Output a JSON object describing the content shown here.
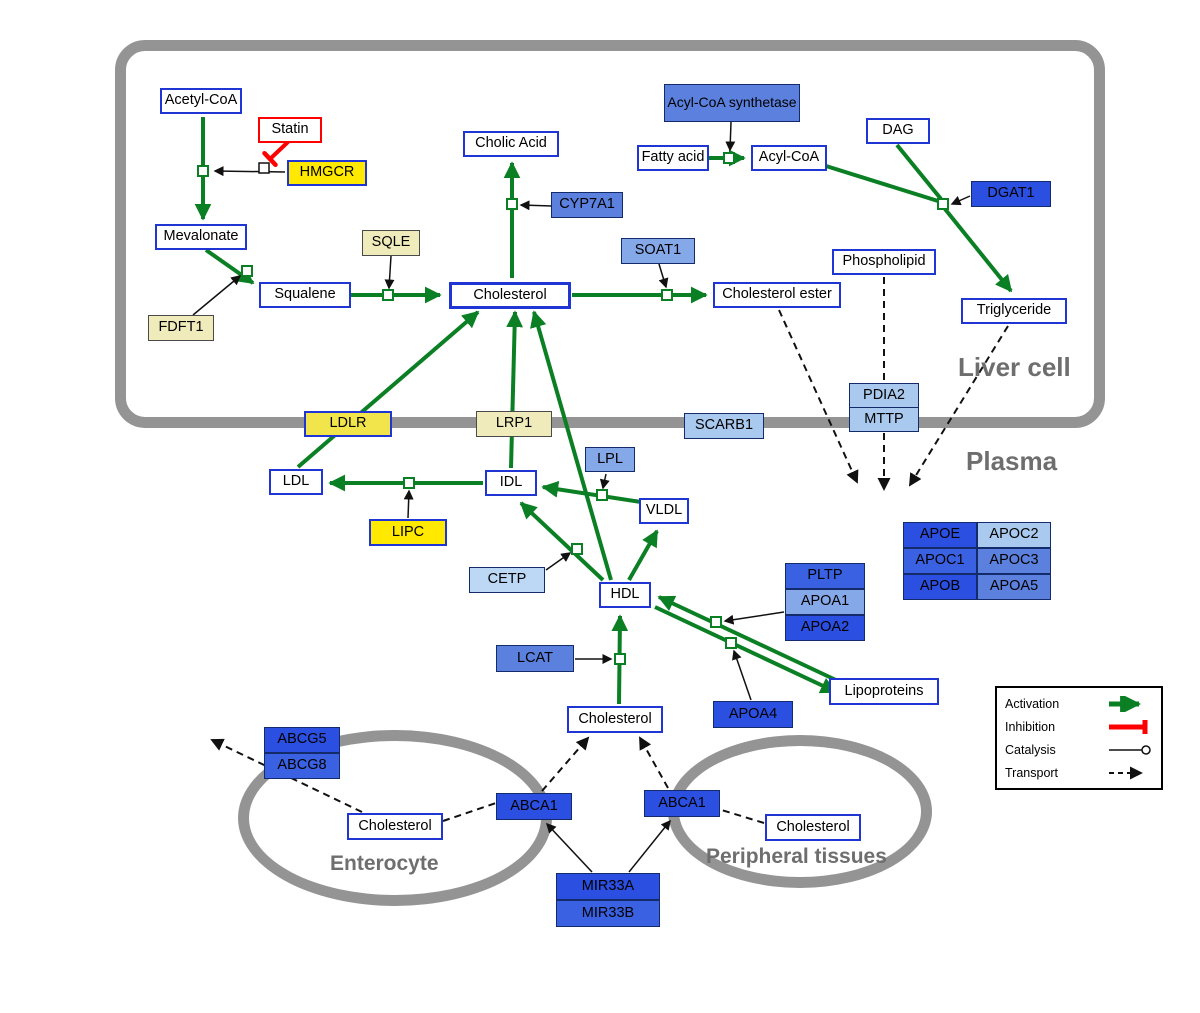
{
  "compartments": {
    "liver_cell": "Liver cell",
    "plasma": "Plasma",
    "enterocyte": "Enterocyte",
    "peripheral_tissues": "Peripheral tissues"
  },
  "legend": {
    "activation": "Activation",
    "inhibition": "Inhibition",
    "catalysis": "Catalysis",
    "transport": "Transport"
  },
  "colors": {
    "activation_green": "#0b7f23",
    "inhibition_red": "#ff0000",
    "metabolite_border_blue": "#1f35d4",
    "gene_dark_blue": "#2b4fe0",
    "gene_medium_blue": "#5b80dd",
    "gene_light_blue": "#a9c9ee",
    "highlight_yellow": "#ffe900",
    "pale_yellow": "#f0ebbb",
    "compartment_gray": "#949494"
  },
  "nodes": {
    "acetyl_coa": {
      "label": "Acetyl-CoA"
    },
    "statin": {
      "label": "Statin"
    },
    "hmgcr": {
      "label": "HMGCR"
    },
    "mevalonate": {
      "label": "Mevalonate"
    },
    "sqle": {
      "label": "SQLE"
    },
    "fdft1": {
      "label": "FDFT1"
    },
    "squalene": {
      "label": "Squalene"
    },
    "cholesterol_liver": {
      "label": "Cholesterol"
    },
    "cholic_acid": {
      "label": "Cholic Acid"
    },
    "cyp7a1": {
      "label": "CYP7A1"
    },
    "soat1": {
      "label": "SOAT1"
    },
    "cholesterol_ester": {
      "label": "Cholesterol ester"
    },
    "acyl_coa_synthetase": {
      "label": "Acyl-CoA synthetase"
    },
    "fatty_acid": {
      "label": "Fatty acid"
    },
    "acyl_coa": {
      "label": "Acyl-CoA"
    },
    "dag": {
      "label": "DAG"
    },
    "dgat1": {
      "label": "DGAT1"
    },
    "phospholipid": {
      "label": "Phospholipid"
    },
    "triglyceride": {
      "label": "Triglyceride"
    },
    "pdia2": {
      "label": "PDIA2"
    },
    "mttp": {
      "label": "MTTP"
    },
    "ldlr": {
      "label": "LDLR"
    },
    "lrp1": {
      "label": "LRP1"
    },
    "scarb1": {
      "label": "SCARB1"
    },
    "ldl": {
      "label": "LDL"
    },
    "idl": {
      "label": "IDL"
    },
    "lpl": {
      "label": "LPL"
    },
    "vldl": {
      "label": "VLDL"
    },
    "lipc": {
      "label": "LIPC"
    },
    "cetp": {
      "label": "CETP"
    },
    "hdl": {
      "label": "HDL"
    },
    "lcat": {
      "label": "LCAT"
    },
    "pltp": {
      "label": "PLTP"
    },
    "apoa1": {
      "label": "APOA1"
    },
    "apoa2": {
      "label": "APOA2"
    },
    "apoa4": {
      "label": "APOA4"
    },
    "lipoproteins": {
      "label": "Lipoproteins"
    },
    "apoe": {
      "label": "APOE"
    },
    "apoc2": {
      "label": "APOC2"
    },
    "apoc1": {
      "label": "APOC1"
    },
    "apoc3": {
      "label": "APOC3"
    },
    "apob": {
      "label": "APOB"
    },
    "apoa5": {
      "label": "APOA5"
    },
    "cholesterol_plasma": {
      "label": "Cholesterol"
    },
    "abcg5": {
      "label": "ABCG5"
    },
    "abcg8": {
      "label": "ABCG8"
    },
    "cholesterol_enterocyte": {
      "label": "Cholesterol"
    },
    "abca1_left": {
      "label": "ABCA1"
    },
    "abca1_right": {
      "label": "ABCA1"
    },
    "cholesterol_peripheral": {
      "label": "Cholesterol"
    },
    "mir33a": {
      "label": "MIR33A"
    },
    "mir33b": {
      "label": "MIR33B"
    }
  }
}
